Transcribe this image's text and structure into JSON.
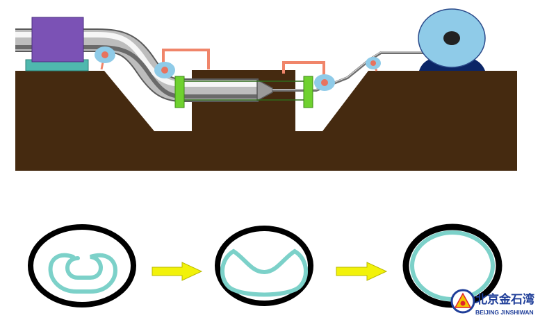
{
  "colors": {
    "ground": "#452a10",
    "pipe_dark": "#6e6e6e",
    "pipe_light": "#d6d6d6",
    "pusher": "#7b52b5",
    "pusher_base": "#4fb8ae",
    "roller": "#8fcbe8",
    "roller_hub": "#e8735e",
    "bracket": "#f0856a",
    "clamp": "#6fd12f",
    "reel": "#8fcbe8",
    "reel_stand": "#0b2566",
    "liner": "#7cd1c9",
    "host_pipe": "#000000",
    "arrow": "#f2f20a",
    "arrow_edge": "#b8b800"
  },
  "stages": [
    "folded",
    "partially-expanded",
    "fully-expanded"
  ],
  "logo": {
    "name_cn": "北京金石湾",
    "name_en": "BEIJING JINSHIWAN",
    "colors": [
      "#1f3e99",
      "#e0232b",
      "#f2c500"
    ]
  }
}
